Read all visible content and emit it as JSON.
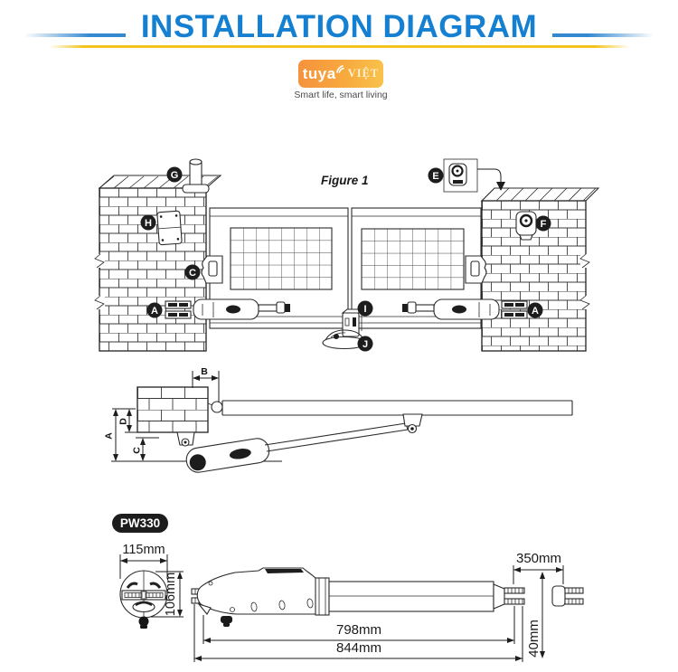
{
  "header": {
    "title": "INSTALLATION DIAGRAM"
  },
  "logo": {
    "brand": "tuya",
    "region": "VIỆT",
    "tagline": "Smart life, smart living"
  },
  "figure1": {
    "caption": "Figure 1",
    "callouts": {
      "operator_left": "A",
      "operator_right": "A",
      "bracket": "C",
      "photocell_box": "E",
      "photocell": "F",
      "lamp": "G",
      "control_box": "H",
      "lock": "I",
      "stopper": "J"
    }
  },
  "mounting_dims": {
    "a": "A",
    "b": "B",
    "c": "C",
    "d": "D"
  },
  "product": {
    "model": "PW330",
    "front_width": "115mm",
    "front_height": "106mm",
    "rod_length": "798mm",
    "total_length": "844mm",
    "stroke": "350mm",
    "offset": "40mm"
  }
}
